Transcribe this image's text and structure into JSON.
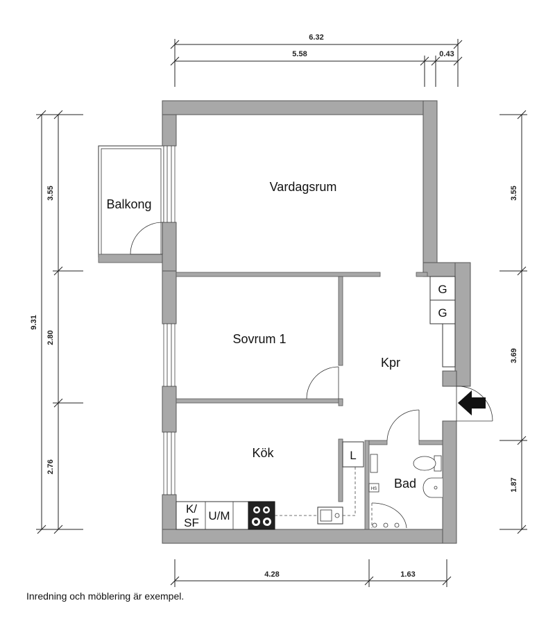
{
  "rooms": {
    "vardagsrum": "Vardagsrum",
    "balkong": "Balkong",
    "sovrum": "Sovrum 1",
    "kpr": "Kpr",
    "kok": "Kök",
    "bad": "Bad"
  },
  "fixtures": {
    "g1": "G",
    "g2": "G",
    "l": "L",
    "ksf_1": "K/",
    "ksf_2": "SF",
    "um": "U/M",
    "hs": "HS"
  },
  "dimensions": {
    "top_total": "6.32",
    "top_main": "5.58",
    "top_small": "0.43",
    "left_total": "9.31",
    "left_top": "3.55",
    "left_mid": "2.80",
    "left_bottom": "2.76",
    "right_top": "3.55",
    "right_mid": "3.69",
    "right_bottom": "1.87",
    "bottom_left": "4.28",
    "bottom_right": "1.63"
  },
  "footer": "Inredning och möblering är exempel."
}
